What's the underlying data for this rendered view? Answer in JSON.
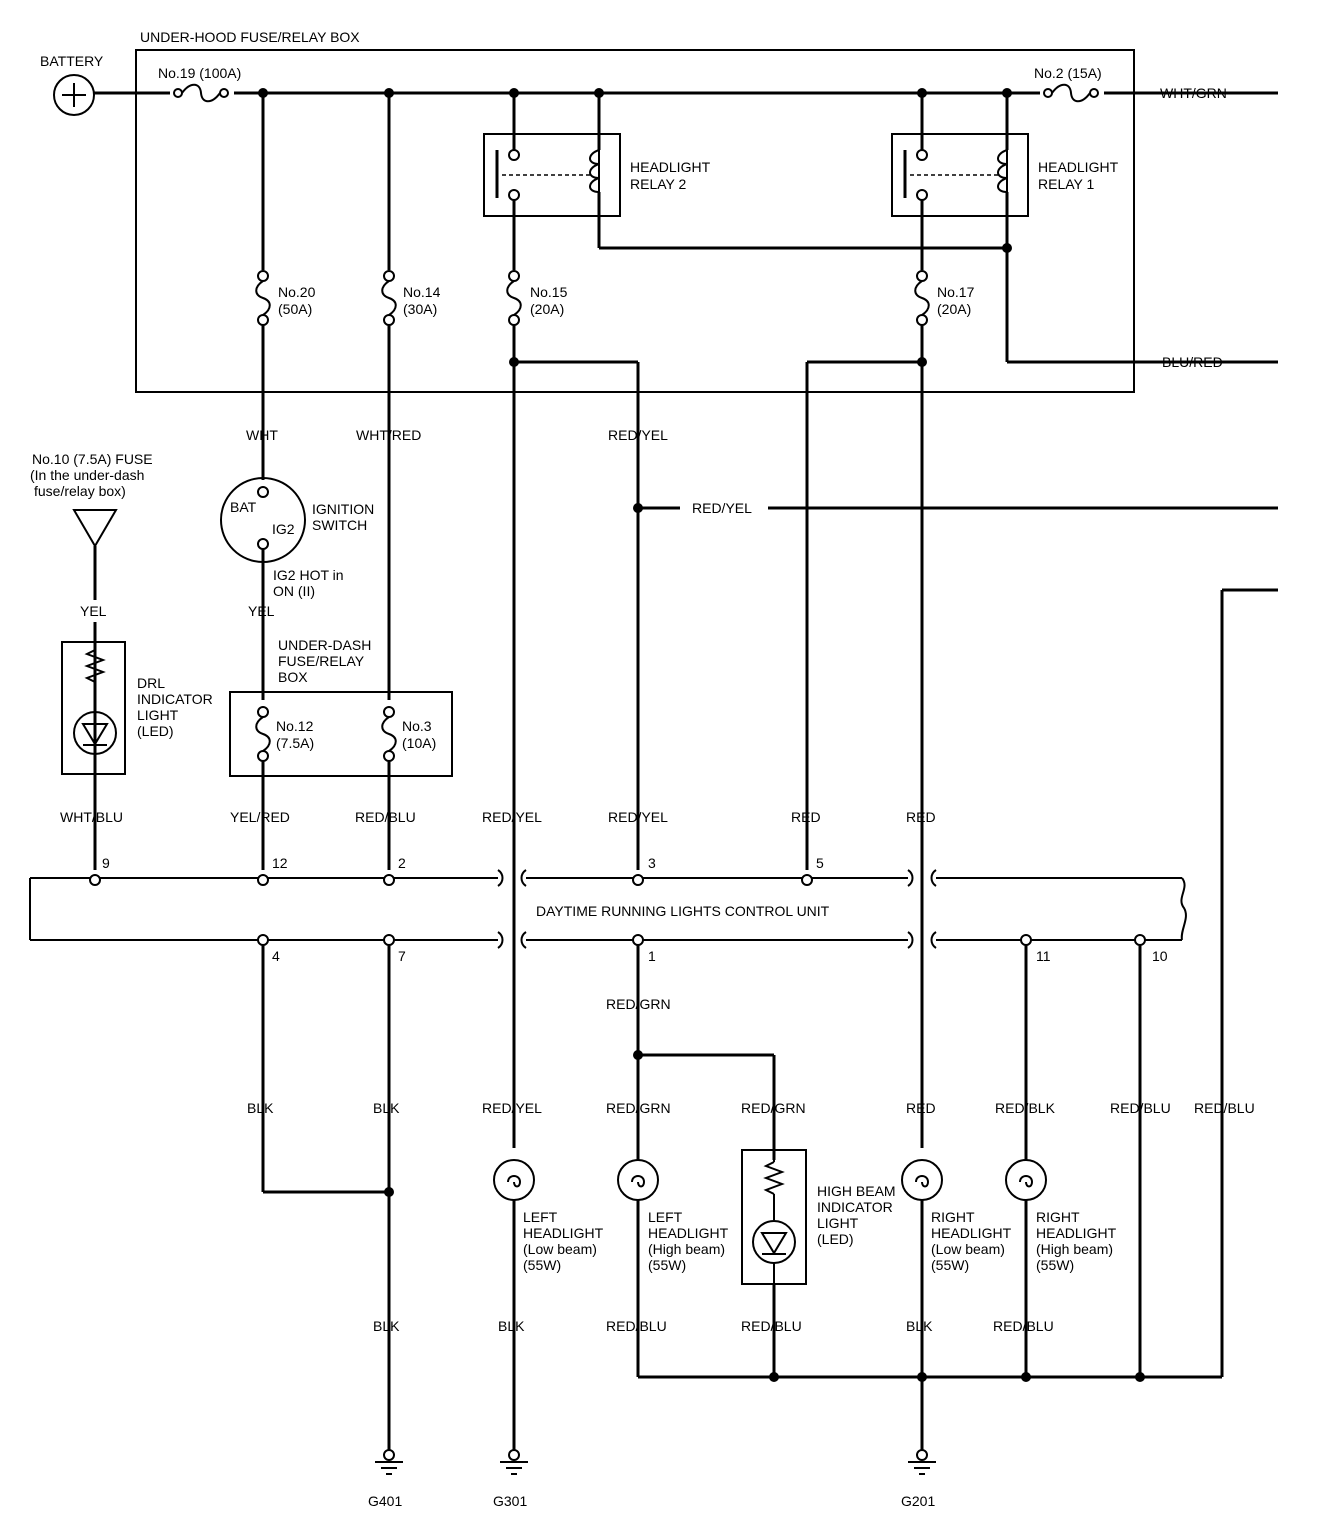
{
  "labels": {
    "underhood_box": "UNDER-HOOD FUSE/RELAY BOX",
    "battery": "BATTERY",
    "fuse19": "No.19 (100A)",
    "fuse2": "No.2 (15A)",
    "out_whtgrn": "WHT/GRN",
    "relay2_l1": "HEADLIGHT",
    "relay2_l2": "RELAY 2",
    "relay1_l1": "HEADLIGHT",
    "relay1_l2": "RELAY 1",
    "fuse20_l1": "No.20",
    "fuse20_l2": "(50A)",
    "fuse14_l1": "No.14",
    "fuse14_l2": "(30A)",
    "fuse15_l1": "No.15",
    "fuse15_l2": "(20A)",
    "fuse17_l1": "No.17",
    "fuse17_l2": "(20A)",
    "out_blured": "BLU/RED",
    "wire_wht": "WHT",
    "wire_whtred": "WHT/RED",
    "wire_redyel_top": "RED/YEL",
    "wire_redyel_branch": "RED/YEL",
    "fuse10_l1": "No.10 (7.5A) FUSE",
    "fuse10_l2": "(In the under-dash",
    "fuse10_l3": "fuse/relay box)",
    "bat": "BAT",
    "ig2": "IG2",
    "ign_l1": "IGNITION",
    "ign_l2": "SWITCH",
    "ig2hot_l1": "IG2 HOT in",
    "ig2hot_l2": "ON (II)",
    "wire_yel_left": "YEL",
    "wire_yel_ig": "YEL",
    "ud_l1": "UNDER-DASH",
    "ud_l2": "FUSE/RELAY",
    "ud_l3": "BOX",
    "drl_l1": "DRL",
    "drl_l2": "INDICATOR",
    "drl_l3": "LIGHT",
    "drl_l4": "(LED)",
    "fuse12_l1": "No.12",
    "fuse12_l2": "(7.5A)",
    "fuse3_l1": "No.3",
    "fuse3_l2": "(10A)",
    "w_whtblu": "WHT/BLU",
    "w_yelred": "YEL/RED",
    "w_redblu_top": "RED/BLU",
    "w_redyel_a": "RED/YEL",
    "w_redyel_b": "RED/YEL",
    "w_red_a": "RED",
    "w_red_b": "RED",
    "pin9": "9",
    "pin12": "12",
    "pin2": "2",
    "pin3": "3",
    "pin5": "5",
    "unit": "DAYTIME RUNNING LIGHTS CONTROL UNIT",
    "pin4": "4",
    "pin7": "7",
    "pin1": "1",
    "pin11": "11",
    "pin10": "10",
    "w_redgrn_1": "RED/GRN",
    "w_blk_a": "BLK",
    "w_blk_b": "BLK",
    "w_redyel_c": "RED/YEL",
    "w_redgrn_2": "RED/GRN",
    "w_redgrn_3": "RED/GRN",
    "w_red_c": "RED",
    "w_redblk": "RED/BLK",
    "w_redblu_a": "RED/BLU",
    "w_redblu_b": "RED/BLU",
    "llow_l1": "LEFT",
    "llow_l2": "HEADLIGHT",
    "llow_l3": "(Low beam)",
    "llow_l4": "(55W)",
    "lhigh_l1": "LEFT",
    "lhigh_l2": "HEADLIGHT",
    "lhigh_l3": "(High beam)",
    "lhigh_l4": "(55W)",
    "hb_l1": "HIGH BEAM",
    "hb_l2": "INDICATOR",
    "hb_l3": "LIGHT",
    "hb_l4": "(LED)",
    "rlow_l1": "RIGHT",
    "rlow_l2": "HEADLIGHT",
    "rlow_l3": "(Low beam)",
    "rlow_l4": "(55W)",
    "rhigh_l1": "RIGHT",
    "rhigh_l2": "HEADLIGHT",
    "rhigh_l3": "(High beam)",
    "rhigh_l4": "(55W)",
    "w_blk_c": "BLK",
    "w_blk_d": "BLK",
    "w_redblu_c": "RED/BLU",
    "w_redblu_d": "RED/BLU",
    "w_blk_e": "BLK",
    "w_redblu_e": "RED/BLU",
    "g401": "G401",
    "g301": "G301",
    "g201": "G201"
  }
}
